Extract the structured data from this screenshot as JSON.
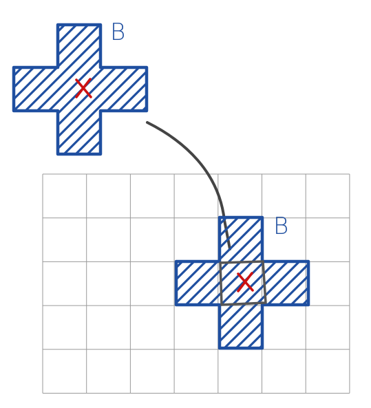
{
  "diagram": {
    "grid": {
      "columns": 7,
      "rows": 5
    },
    "structuring_element_label": "B",
    "origin_marker": "×",
    "colors": {
      "shape_outline": "#1f4fa0",
      "shape_hatch": "#1f4fa0",
      "origin_marker": "#cc1111",
      "grid_line": "#9a9a9a",
      "arrow": "#444444",
      "overlap_outline": "#555555"
    }
  }
}
